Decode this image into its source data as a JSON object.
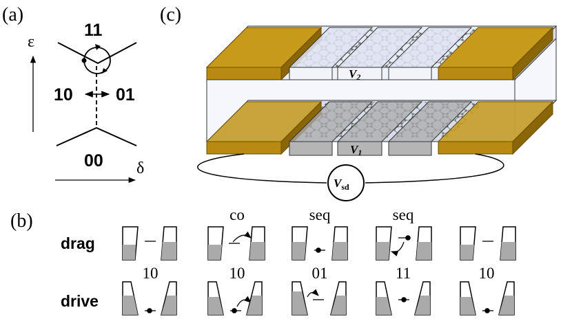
{
  "panel_a": {
    "label": "(a)",
    "epsilon_label": "ε",
    "delta_label": "δ",
    "state_11": "11",
    "state_10": "10",
    "state_01": "01",
    "state_00": "00"
  },
  "panel_b": {
    "label": "(b)",
    "rows": [
      {
        "label": "drag",
        "panels": [
          {
            "above": ""
          },
          {
            "above": "co"
          },
          {
            "above": "seq"
          },
          {
            "above": "seq"
          },
          {
            "above": ""
          }
        ]
      },
      {
        "label": "drive",
        "panels": [
          {
            "above": "10"
          },
          {
            "above": "10"
          },
          {
            "above": "01"
          },
          {
            "above": "11"
          },
          {
            "above": "10"
          }
        ]
      }
    ]
  },
  "panel_c": {
    "label": "(c)",
    "v2_label": "V",
    "v2_sub": "2",
    "v1_label": "V",
    "v1_sub": "1",
    "vsd_label": "V",
    "vsd_sub": "sd",
    "colors": {
      "gold": "#c79a1c",
      "gold_dark": "#8a6608",
      "gold_light": "#d8b040",
      "gate_top": "#dfe3f2",
      "gate_bottom": "#a9a9a9",
      "dielectric": "#e6ecf7"
    }
  }
}
